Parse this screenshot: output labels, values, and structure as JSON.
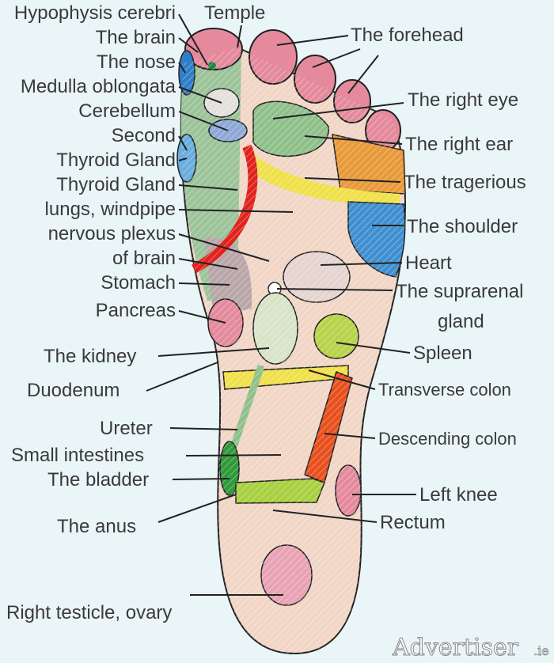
{
  "labels": {
    "hypophysis": "Hypophysis cerebri",
    "temple": "Temple",
    "brain": "The brain",
    "nose": "The nose",
    "medulla": "Medulla oblongata",
    "cerebellum": "Cerebellum",
    "second_thyroid": "Second",
    "thyroid_gland_1": "Thyroid Gland",
    "thyroid_gland_2": "Thyroid Gland",
    "lungs": "lungs, windpipe",
    "nervous": "nervous plexus",
    "of_brain": "of brain",
    "stomach": "Stomach",
    "pancreas": "Pancreas",
    "kidney": "The kidney",
    "duodenum": "Duodenum",
    "ureter": "Ureter",
    "small_intestines": "Small intestines",
    "bladder": "The bladder",
    "anus": "The anus",
    "testicle": "Right testicle, ovary",
    "forehead": "The forehead",
    "right_eye": "The right eye",
    "right_ear": "The right ear",
    "tragerious": "The tragerious",
    "shoulder": "The shoulder",
    "heart": "Heart",
    "suprarenal": "The suprarenal",
    "gland": "gland",
    "spleen": "Spleen",
    "transverse_colon": "Transverse colon",
    "descending_colon": "Descending colon",
    "left_knee": "Left knee",
    "rectum": "Rectum"
  },
  "watermark": {
    "main": "Advertiser",
    "suffix": ".ie"
  },
  "colors": {
    "background": "#eaf5f7",
    "skin": "#f1d6c6",
    "pink": "#e48a9c",
    "green": "#8fc08a",
    "blue": "#3f8fd0",
    "red": "#e0231c",
    "yellow": "#f0e04a",
    "orange": "#e89a3a",
    "lime": "#b8d24a",
    "redorange": "#e8501e"
  }
}
